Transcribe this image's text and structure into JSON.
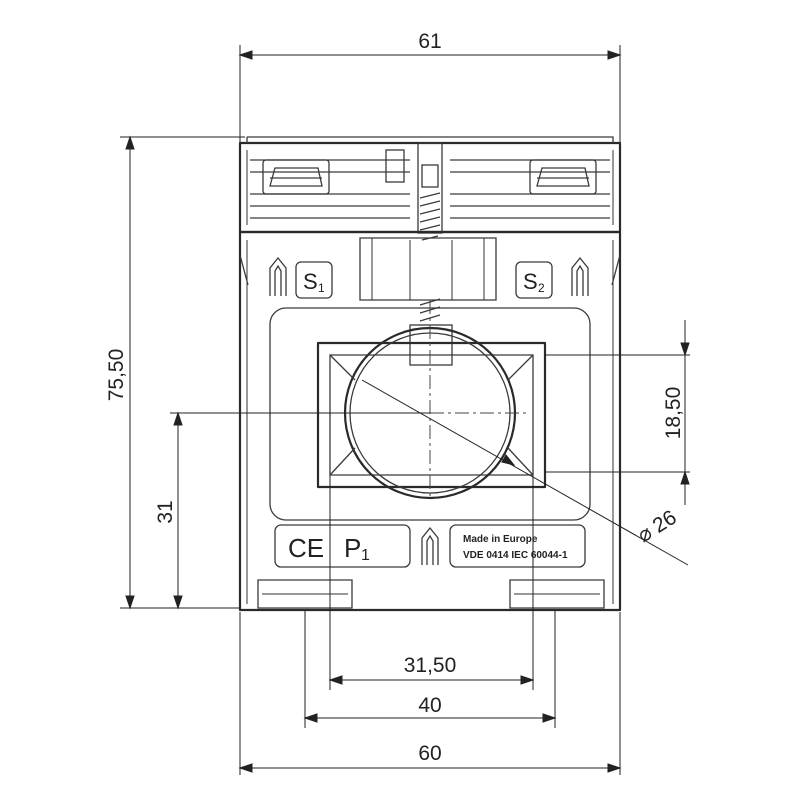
{
  "dimensions": {
    "top_width": "61",
    "height": "75,50",
    "center_height": "31",
    "window_height": "18,50",
    "diameter": "26",
    "diameter_symbol": "⌀",
    "window_width": "31,50",
    "mount_spacing": "40",
    "base_width": "60"
  },
  "labels": {
    "terminal_s1": "S",
    "terminal_s1_sub": "1",
    "terminal_s2": "S",
    "terminal_s2_sub": "2",
    "ce_mark": "CE",
    "primary_p": "P",
    "primary_p_sub": "1",
    "made_in": "Made in Europe",
    "standard": "VDE 0414 IEC 60044-1"
  },
  "colors": {
    "stroke": "#2a2a2a",
    "background": "#ffffff"
  }
}
